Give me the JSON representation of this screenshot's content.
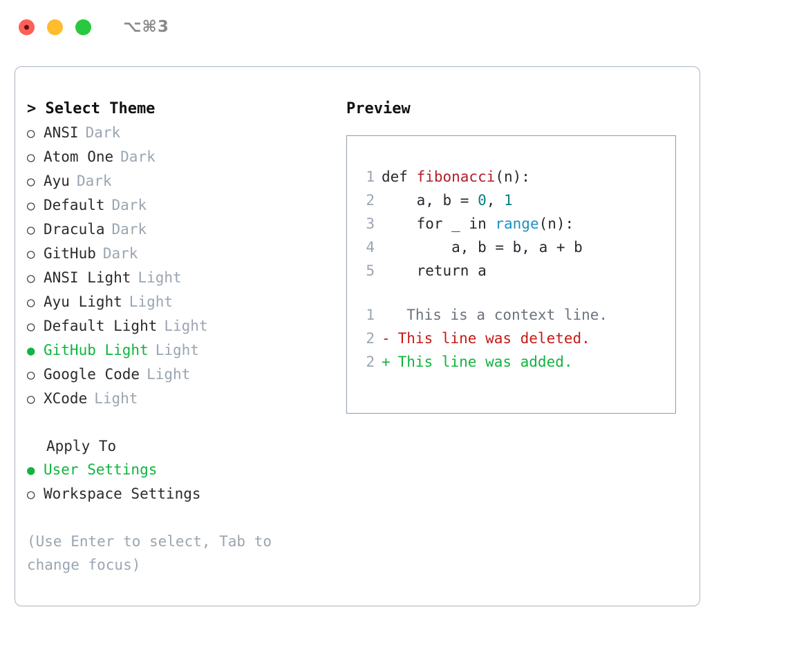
{
  "titlebar": {
    "shortcut": "⌥⌘3",
    "lights": [
      "close-red",
      "minimize-yellow",
      "zoom-green"
    ]
  },
  "theme_panel": {
    "heading": "> Select Theme",
    "items": [
      {
        "bullet": "○",
        "name": "ANSI",
        "tag": "Dark",
        "selected": false
      },
      {
        "bullet": "○",
        "name": "Atom One",
        "tag": "Dark",
        "selected": false
      },
      {
        "bullet": "○",
        "name": "Ayu",
        "tag": "Dark",
        "selected": false
      },
      {
        "bullet": "○",
        "name": "Default",
        "tag": "Dark",
        "selected": false
      },
      {
        "bullet": "○",
        "name": "Dracula",
        "tag": "Dark",
        "selected": false
      },
      {
        "bullet": "○",
        "name": "GitHub",
        "tag": "Dark",
        "selected": false
      },
      {
        "bullet": "○",
        "name": "ANSI Light",
        "tag": "Light",
        "selected": false
      },
      {
        "bullet": "○",
        "name": "Ayu Light",
        "tag": "Light",
        "selected": false
      },
      {
        "bullet": "○",
        "name": "Default Light",
        "tag": "Light",
        "selected": false
      },
      {
        "bullet": "●",
        "name": "GitHub Light",
        "tag": "Light",
        "selected": true
      },
      {
        "bullet": "○",
        "name": "Google Code",
        "tag": "Light",
        "selected": false
      },
      {
        "bullet": "○",
        "name": "XCode",
        "tag": "Light",
        "selected": false
      }
    ]
  },
  "apply_to": {
    "heading": "Apply To",
    "options": [
      {
        "bullet": "●",
        "name": "User Settings",
        "selected": true
      },
      {
        "bullet": "○",
        "name": "Workspace Settings",
        "selected": false
      }
    ]
  },
  "hint": "(Use Enter to select, Tab to change focus)",
  "preview": {
    "heading": "Preview",
    "code_lines": [
      {
        "n": "1",
        "segments": [
          {
            "t": "def ",
            "c": "plain"
          },
          {
            "t": "fibonacci",
            "c": "fn"
          },
          {
            "t": "(n):",
            "c": "plain"
          }
        ]
      },
      {
        "n": "2",
        "segments": [
          {
            "t": "    a, b = ",
            "c": "plain"
          },
          {
            "t": "0",
            "c": "num"
          },
          {
            "t": ", ",
            "c": "plain"
          },
          {
            "t": "1",
            "c": "num"
          }
        ]
      },
      {
        "n": "3",
        "segments": [
          {
            "t": "    for _ in ",
            "c": "plain"
          },
          {
            "t": "range",
            "c": "call"
          },
          {
            "t": "(n):",
            "c": "plain"
          }
        ]
      },
      {
        "n": "4",
        "segments": [
          {
            "t": "        a, b = b, a + b",
            "c": "plain"
          }
        ]
      },
      {
        "n": "5",
        "segments": [
          {
            "t": "    return a",
            "c": "plain"
          }
        ]
      }
    ],
    "diff_lines": [
      {
        "n": "1",
        "mark": " ",
        "text": "  This is a context line.",
        "kind": "ctx"
      },
      {
        "n": "2",
        "mark": "-",
        "text": " This line was deleted.",
        "kind": "del"
      },
      {
        "n": "2",
        "mark": "+",
        "text": " This line was added.",
        "kind": "add"
      }
    ]
  },
  "colors": {
    "accent_green": "#10b43f",
    "muted": "#9aa5b1",
    "fn_red": "#b31d28",
    "num_teal": "#0a7d82",
    "call_blue": "#1b8fc4",
    "diff_del": "#c41a16",
    "diff_add": "#10b43f",
    "border": "#aab4c2"
  }
}
